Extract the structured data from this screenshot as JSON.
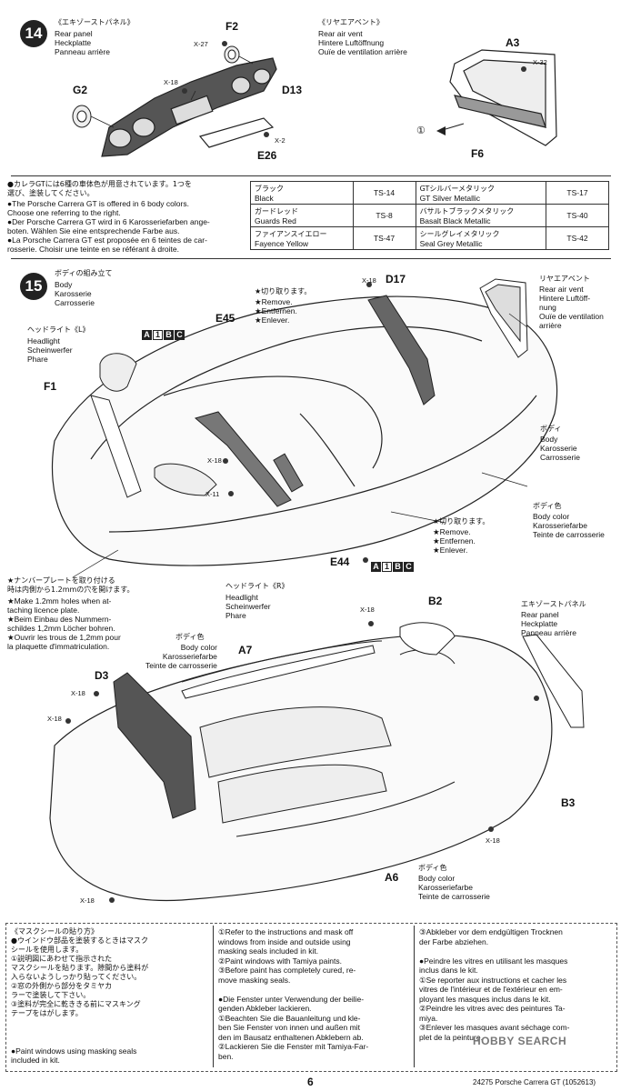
{
  "step14": {
    "number": "14",
    "title_jp": "《エキゾーストパネル》",
    "title_en": "Rear panel",
    "title_de": "Heckplatte",
    "title_fr": "Panneau arrière",
    "vent_jp": "《リヤエアベント》",
    "vent_en": "Rear air vent",
    "vent_de": "Hintere Luftöffnung",
    "vent_fr": "Ouïe de ventilation arrière",
    "parts": {
      "f2": "F2",
      "x27": "X-27",
      "x18": "X-18",
      "d13": "D13",
      "g2": "G2",
      "x2": "X-2",
      "e26": "E26",
      "a3": "A3",
      "x32": "X-32",
      "circ1": "①",
      "f6": "F6"
    }
  },
  "colors_note": {
    "jp": "●カレラGTには6種の車体色が用意されています。1つを\n選び、塗装してください。",
    "en": "●The Porsche Carrera GT is offered in 6 body colors.\nChoose one referring to the right.",
    "de": "●Der Porsche Carrera GT wird in 6 Karosseriefarben ange-\nboten. Wählen Sie eine entsprechende Farbe aus.",
    "fr": "●La Porsche Carrera GT est proposée en 6 teintes de car-\nrosserie. Choisir une teinte en se référant à droite."
  },
  "paint_table": [
    {
      "jp": "ブラック",
      "en": "Black",
      "code": "TS-14",
      "jp2": "GTシルバーメタリック",
      "en2": "GT Silver Metallic",
      "code2": "TS-17"
    },
    {
      "jp": "ガードレッド",
      "en": "Guards Red",
      "code": "TS-8",
      "jp2": "バサルトブラックメタリック",
      "en2": "Basalt Black Metallic",
      "code2": "TS-40"
    },
    {
      "jp": "ファイアンスイエロー",
      "en": "Fayence Yellow",
      "code": "TS-47",
      "jp2": "シールグレイメタリック",
      "en2": "Seal Grey Metallic",
      "code2": "TS-42"
    }
  ],
  "step15": {
    "number": "15",
    "title_jp": "ボディの組み立て",
    "title_en": "Body",
    "title_de": "Karosserie",
    "title_fr": "Carrosserie",
    "headlight_l_jp": "ヘッドライト《L》",
    "headlight_l": "Headlight\nScheinwerfer\nPhare",
    "headlight_r_jp": "ヘッドライト《R》",
    "headlight_r": "Headlight\nScheinwerfer\nPhare",
    "remove_jp": "★切り取ります。",
    "remove": "★Remove.\n★Entfernen.\n★Enlever.",
    "vent_jp": "リヤエアベント",
    "vent": "Rear air vent\nHintere Luftöff-\nnung\nOuïe de ventilation\narrière",
    "body_jp": "ボディ",
    "body": "Body\nKarosserie\nCarrosserie",
    "bodycolor_jp": "ボディ色",
    "bodycolor": "Body color\nKarosseriefarbe\nTeinte de carrosserie",
    "plate_jp": "★ナンバープレートを取り付ける\n時は内側から1.2mmの穴を開けます。",
    "plate": "★Make 1.2mm holes when at-\ntaching licence plate.\n★Beim Einbau des Nummern-\nschildes 1,2mm Löcher bohren.\n★Ouvrir les trous de 1,2mm pour\nla plaquette d'immatriculation.",
    "parts": {
      "x18": "X-18",
      "d17": "D17",
      "e45": "E45",
      "f1": "F1",
      "x11": "X-11",
      "e44": "E44",
      "a": "A",
      "sub1": "1",
      "b": "B",
      "c": "C"
    }
  },
  "lower": {
    "parts": {
      "x18": "X-18",
      "b2": "B2",
      "a7": "A7",
      "d3": "D3",
      "b3": "B3",
      "a6": "A6"
    },
    "rear_panel_jp": "エキゾーストパネル",
    "rear_panel": "Rear panel\nHeckplatte\nPanneau arrière",
    "bodycolor_jp": "ボディ色",
    "bodycolor": "Body color\nKarosseriefarbe\nTeinte de carrosserie",
    "bodycolor2_jp": "ボディ色",
    "bodycolor2": "Body color\nKarosseriefarbe\nTeinte de carrosserie"
  },
  "masking": {
    "col1_jp": "《マスクシールの貼り方》\n●ウインドウ部品を塗装するときはマスク\nシールを使用します。\n①説明図にあわせて指示された\nマスクシールを貼ります。隙間から塗料が\n入らないようしっかり貼ってください。\n②窓の外側から部分をタミヤカ\nラーで塗装して下さい。\n③塗料が完全に乾ききる前にマスキング\nテープをはがします。",
    "col1_en": "●Paint windows using masking seals\nincluded in kit.",
    "col2": "①Refer to the instructions and mask off\nwindows from inside and outside using\nmasking seals included in kit.\n②Paint windows with Tamiya paints.\n③Before paint has completely cured, re-\nmove masking seals.\n\n●Die Fenster unter Verwendung der beilie-\ngenden Abkleber lackieren.\n①Beachten Sie die Bauanleitung und kle-\nben Sie Fenster von innen und außen mit\nden im Bausatz enthaltenen Abklebern ab.\n②Lackieren Sie die Fenster mit Tamiya-Far-\nben.",
    "col3": "③Abkleber vor dem endgültigen Trocknen\nder Farbe abziehen.\n\n●Peindre les vitres en utilisant les masques\ninclus dans le kit.\n①Se reporter aux instructions et cacher les\nvitres de l'intérieur et de l'extérieur en em-\nployant les masques inclus dans le kit.\n②Peindre les vitres avec des peintures Ta-\nmiya.\n③Enlever les masques avant séchage com-\nplet de la peinture."
  },
  "footer": {
    "page": "6",
    "code": "24275",
    "title": "Porsche Carrera GT",
    "ref": "(1052613)",
    "watermark": "HOBBY SEARCH"
  }
}
